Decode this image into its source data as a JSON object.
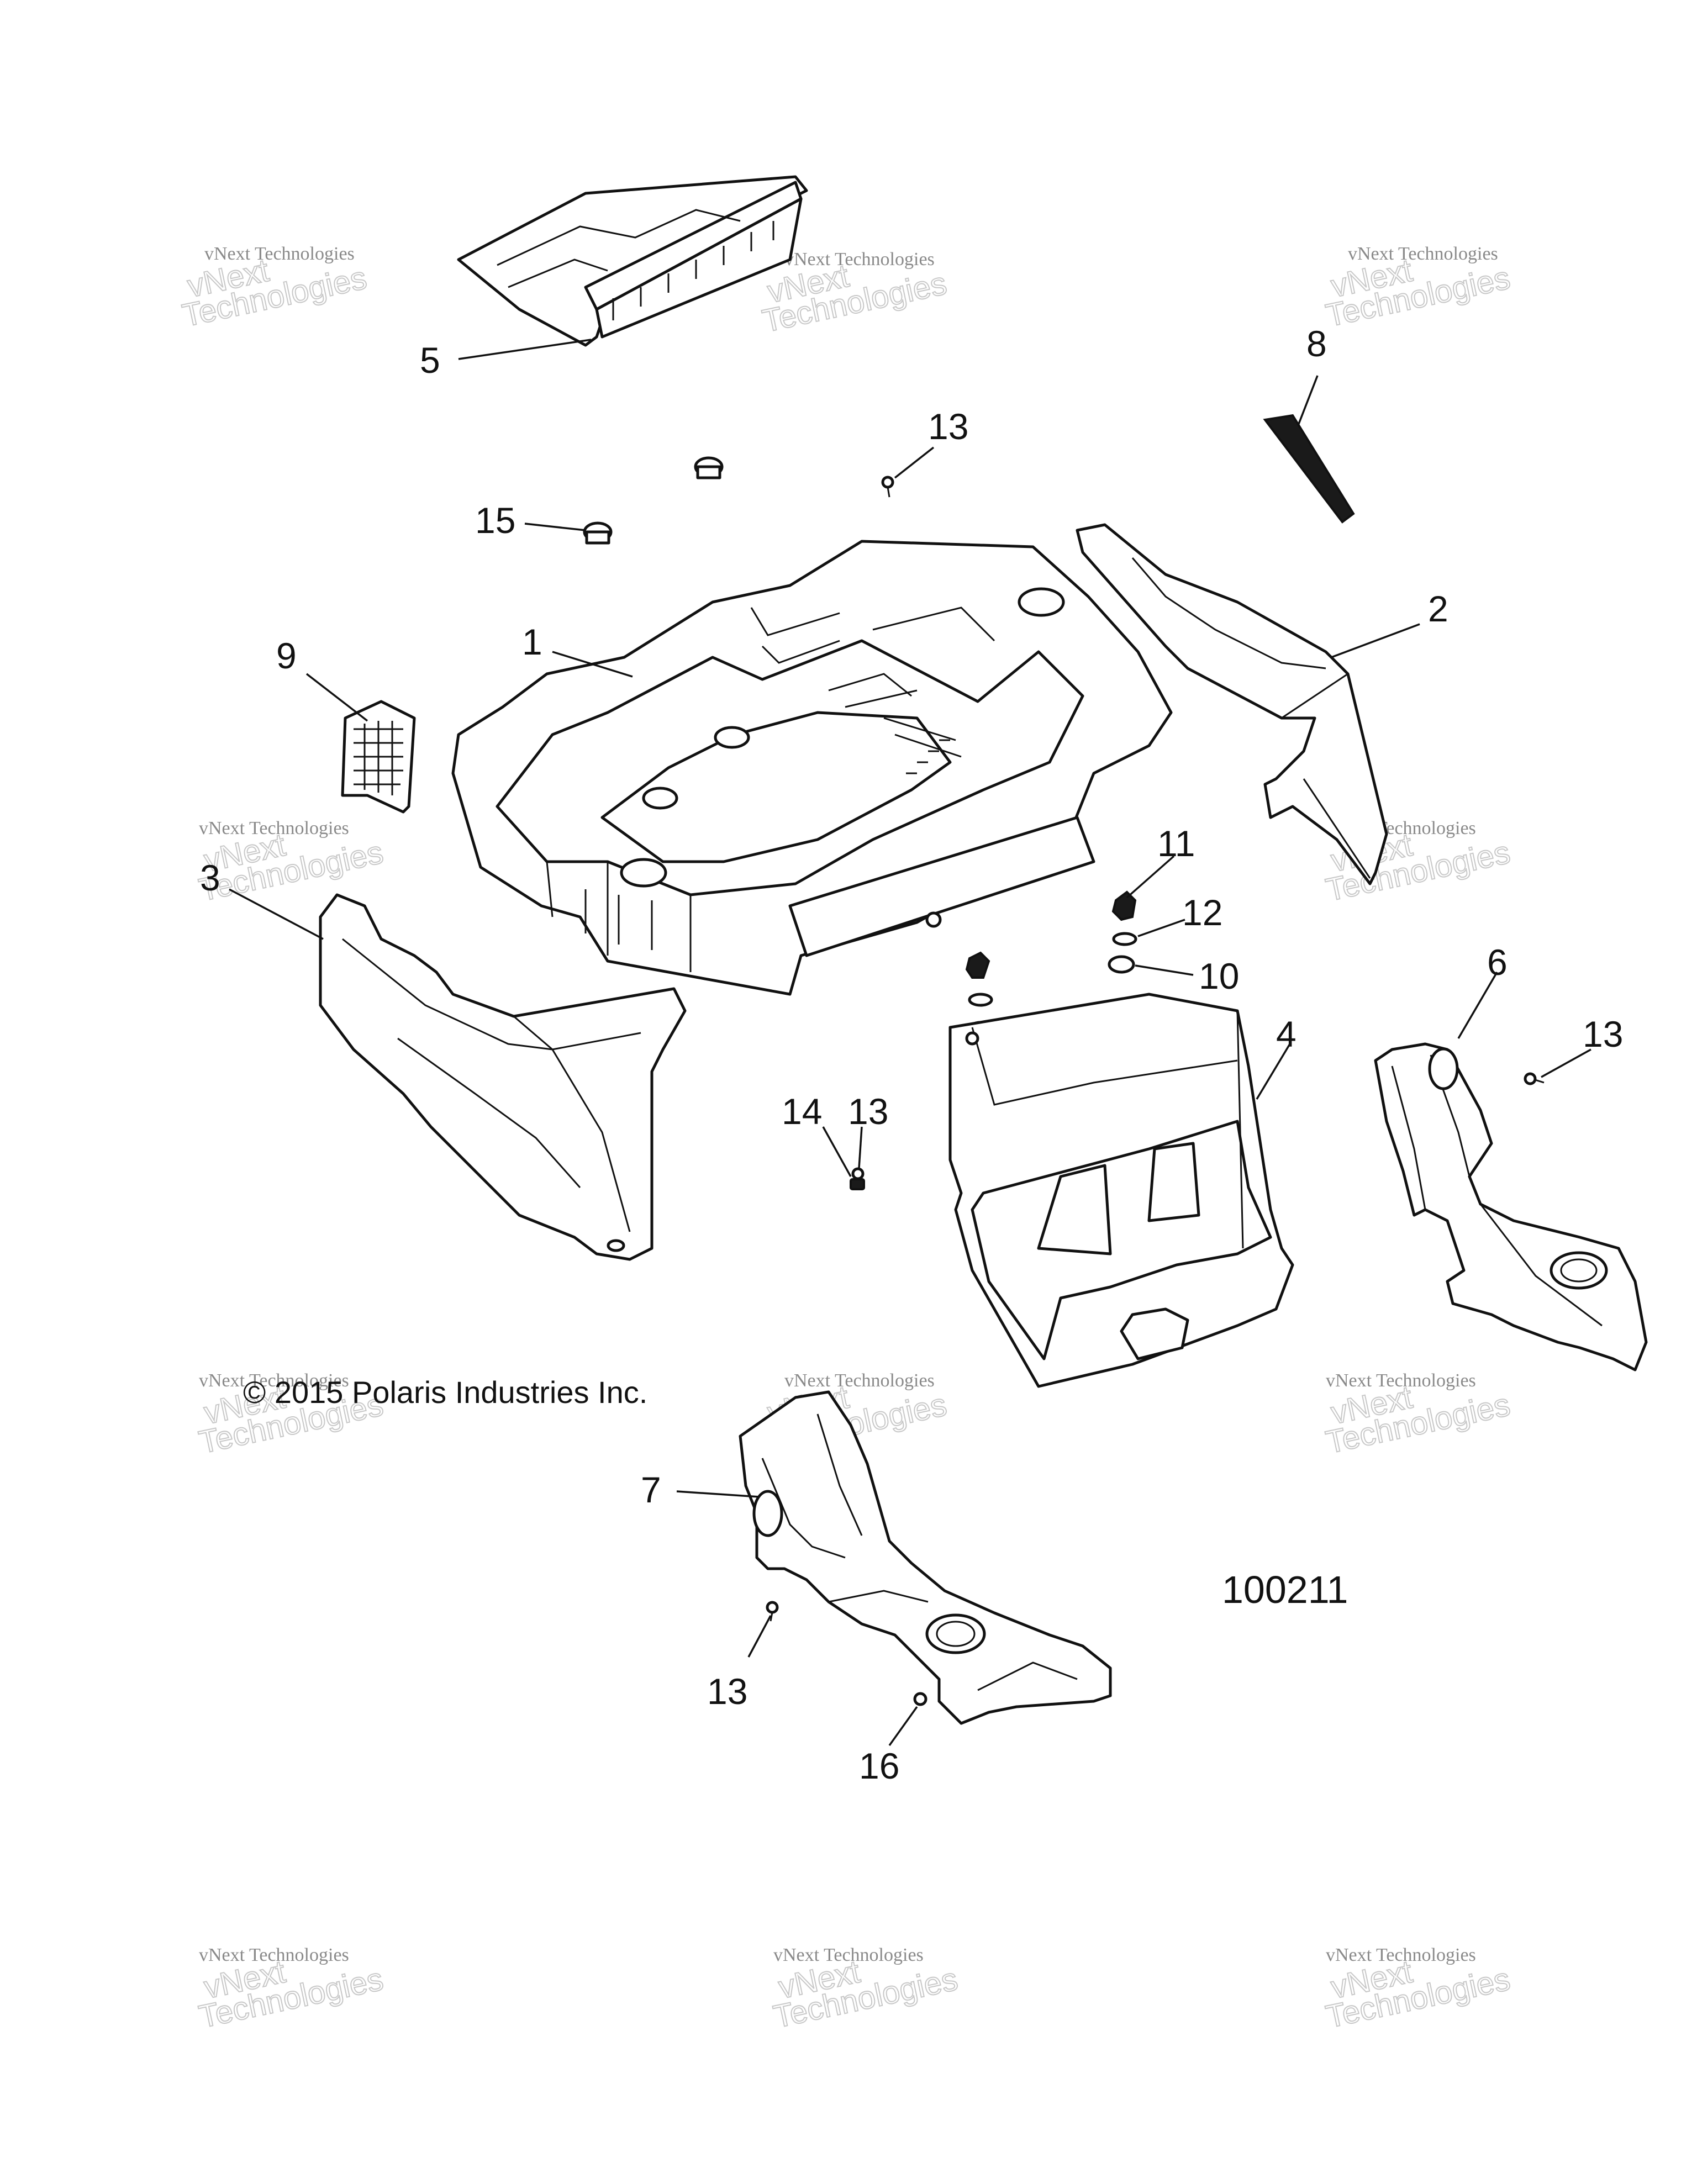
{
  "copyright": "© 2015 Polaris Industries Inc.",
  "drawing_number": "100211",
  "watermark": {
    "line1": "vNext Technologies",
    "line2": "vNext",
    "line3": "Technologies"
  },
  "callouts": {
    "c1": "1",
    "c2": "2",
    "c3": "3",
    "c4": "4",
    "c5": "5",
    "c6": "6",
    "c7": "7",
    "c8": "8",
    "c9": "9",
    "c10": "10",
    "c11": "11",
    "c12": "12",
    "c13a": "13",
    "c13b": "13",
    "c13c": "13",
    "c13d": "13",
    "c14": "14",
    "c15": "15",
    "c16": "16"
  },
  "colors": {
    "line": "#111111",
    "watermark": "#8a8a8a",
    "background": "#ffffff"
  }
}
